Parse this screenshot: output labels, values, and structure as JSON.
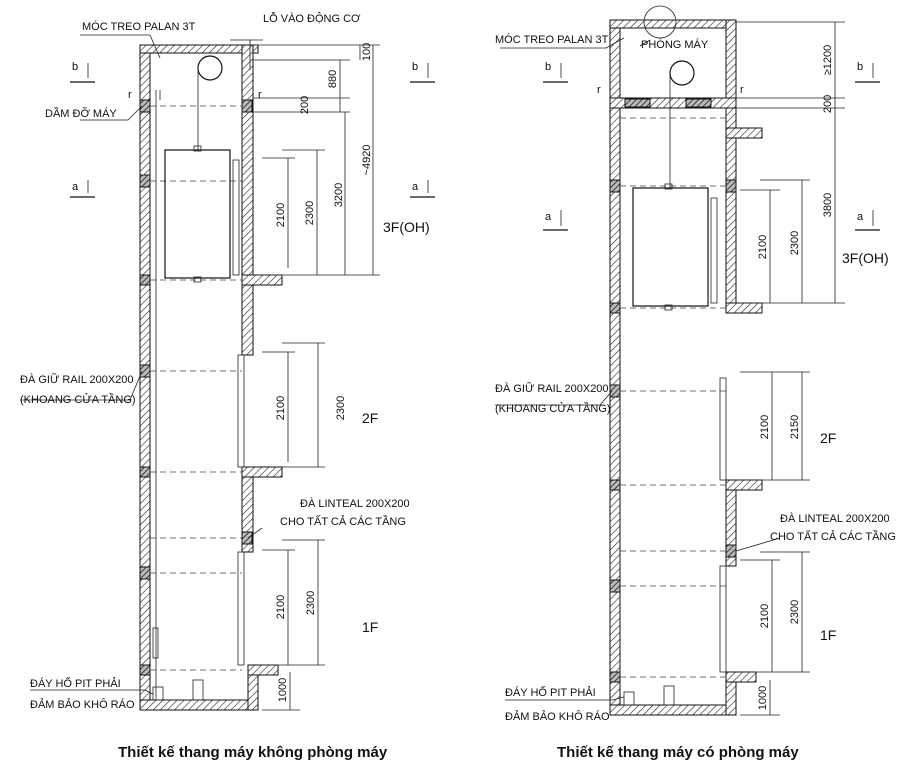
{
  "left": {
    "caption": "Thiết kế thang máy không phòng máy",
    "labels": {
      "hoist_hook": "MÓC TREO PALAN 3T",
      "motor_hole": "LỖ VÀO ĐỘNG CƠ",
      "machine_beam": "DẦM ĐỠ MÁY",
      "rail_beam_1": "ĐÀ GIỮ RAIL 200X200",
      "rail_beam_2": "(KHOANG CỬA TẦNG)",
      "lintel_1": "ĐÀ LINTEAL 200X200",
      "lintel_2": "CHO TẤT CẢ CÁC TẦNG",
      "pit_1": "ĐÁY HỐ PIT PHẢI",
      "pit_2": "ĐẢM BẢO KHÔ RÁO"
    },
    "dims": {
      "d100": "100",
      "d880": "880",
      "d200": "200",
      "d4920": "~4920",
      "d3200": "3200",
      "d2100_3": "2100",
      "d2300_3": "2300",
      "d2100_2": "2100",
      "d2300_2": "2300",
      "d2100_1": "2100",
      "d2300_1": "2300",
      "d1000": "1000"
    },
    "floors": {
      "f3": "3F(OH)",
      "f2": "2F",
      "f1": "1F"
    },
    "marks": {
      "b": "b",
      "a": "a",
      "r": "r"
    }
  },
  "right": {
    "caption": "Thiết kế thang máy có phòng máy",
    "labels": {
      "hoist_hook": "MÓC TREO PALAN 3T",
      "machine_room": "PHÒNG MÁY",
      "rail_beam_1": "ĐÀ GIỮ RAIL 200X200",
      "rail_beam_2": "(KHOANG CỬA TẦNG)",
      "lintel_1": "ĐÀ LINTEAL 200X200",
      "lintel_2": "CHO TẤT CẢ CÁC TẦNG",
      "pit_1": "ĐÁY HỐ PIT PHẢI",
      "pit_2": "ĐẢM BẢO KHÔ RÁO"
    },
    "dims": {
      "d1200": "≥1200",
      "d200": "200",
      "d3800": "3800",
      "d2100_3": "2100",
      "d2300_3": "2300",
      "d2100_2": "2100",
      "d2150_2": "2150",
      "d2100_1": "2100",
      "d2300_1": "2300",
      "d1000": "1000"
    },
    "floors": {
      "f3": "3F(OH)",
      "f2": "2F",
      "f1": "1F"
    },
    "marks": {
      "b": "b",
      "a": "a",
      "r": "r"
    }
  }
}
